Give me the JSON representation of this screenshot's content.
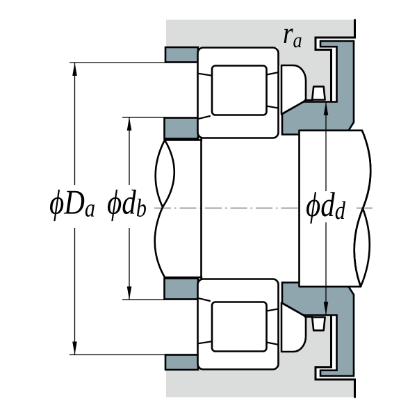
{
  "figure": {
    "description": "bearing-mounting-cross-section-diagram",
    "labels": {
      "Da": {
        "phi": "ϕ",
        "main": "D",
        "sub": "a"
      },
      "db": {
        "phi": "ϕ",
        "main": "d",
        "sub": "b"
      },
      "dd": {
        "phi": "ϕ",
        "main": "d",
        "sub": "d"
      },
      "ra": {
        "main": "r",
        "sub": "a"
      }
    }
  },
  "colors": {
    "background": "#ffffff",
    "housing": "#dbdcdc",
    "steel": "#8fa6af",
    "line": "#000000",
    "centerline": "#858585"
  }
}
